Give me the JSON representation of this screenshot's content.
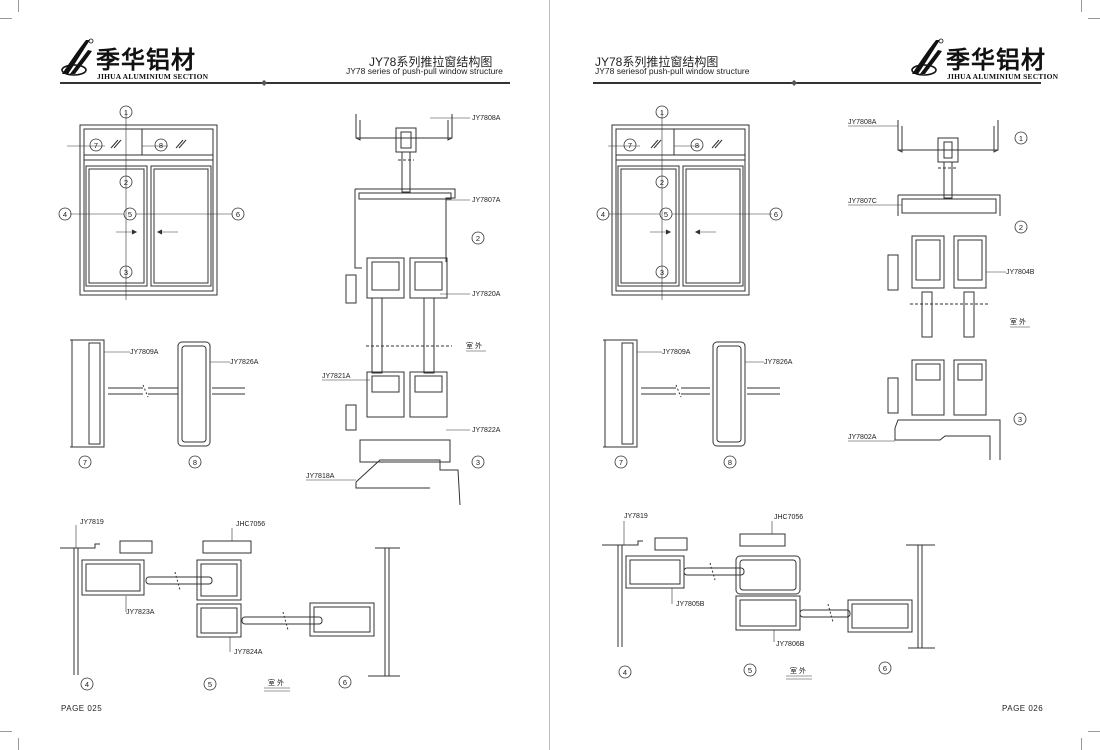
{
  "brand": {
    "name_cn": "季华铝材",
    "name_en": "JIHUA ALUMINIUM SECTION"
  },
  "pages": [
    {
      "title_cn": "JY78系列推拉窗结构图",
      "title_en": "JY78 series of push-pull window structure",
      "page_number": "PAGE  025",
      "elevation_markers": [
        "1",
        "2",
        "3",
        "4",
        "5",
        "6",
        "7",
        "8"
      ],
      "profiles": {
        "top_frame": "JY7808A",
        "transom": "JY7807A",
        "sash_top": "JY7820A",
        "sash_bottom": "JY7821A",
        "sash_bottom_outer": "JY7822A",
        "sill": "JY7818A",
        "fixed_left": "JY7809A",
        "fixed_right": "JY7826A",
        "side_frame": "JY7819",
        "seal": "JHC7056",
        "sash_left": "JY7823A",
        "sash_right": "JY7824A"
      },
      "section_markers": {
        "vertical": "2",
        "vertical_bottom": "3",
        "fixed_left": "7",
        "fixed_right": "8",
        "horizontal_left": "4",
        "horizontal_mid": "5",
        "horizontal_right": "6"
      },
      "outdoor_label": "室 外",
      "outdoor_label_bottom": "室 外"
    },
    {
      "title_cn": "JY78系列推拉窗结构图",
      "title_en": "JY78 seriesof  push-pull window structure",
      "page_number": "PAGE  026",
      "elevation_markers": [
        "1",
        "2",
        "3",
        "4",
        "5",
        "6",
        "7",
        "8"
      ],
      "profiles": {
        "top_frame": "JY7808A",
        "transom": "JY7807C",
        "sash": "JY7804B",
        "sill": "JY7802A",
        "fixed_left": "JY7809A",
        "fixed_right": "JY7826A",
        "side_frame": "JY7819",
        "seal": "JHC7056",
        "sash_left": "JY7805B",
        "sash_right": "JY7806B"
      },
      "section_markers": {
        "top": "1",
        "vertical": "2",
        "vertical_bottom": "3",
        "fixed_left": "7",
        "fixed_right": "8",
        "horizontal_left": "4",
        "horizontal_mid": "5",
        "horizontal_right": "6"
      },
      "outdoor_label": "室 外",
      "outdoor_label_bottom": "室 外"
    }
  ]
}
